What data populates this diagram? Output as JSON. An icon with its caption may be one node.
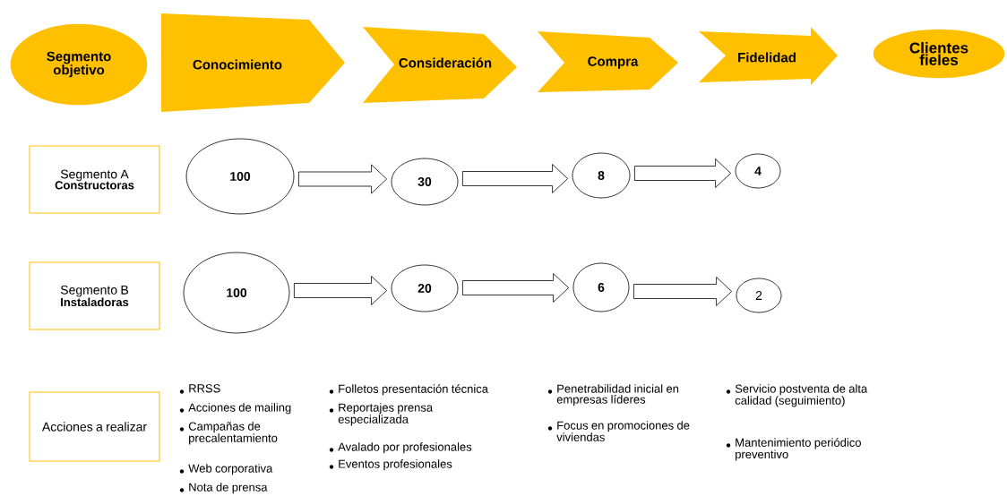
{
  "diagram": {
    "nodes": [
      {
        "text": [
          "Segmento objetivo"
        ]
      },
      {
        "text": [
          "Conocimiento"
        ]
      },
      {
        "text": [
          "Consideración"
        ]
      },
      {
        "text": [
          "Compra"
        ]
      },
      {
        "text": [
          "Fidelidad"
        ]
      },
      {
        "text": [
          "Clientes fieles"
        ]
      },
      {
        "text": [
          "Segmento A",
          "Constructoras"
        ]
      },
      {
        "text": [
          "100"
        ]
      },
      {
        "text": [
          "30"
        ]
      },
      {
        "text": [
          "8"
        ]
      },
      {
        "text": [
          "4"
        ]
      },
      {
        "text": [
          "Segmento B",
          "Instaladoras"
        ]
      },
      {
        "text": [
          "100"
        ]
      },
      {
        "text": [
          "20"
        ]
      },
      {
        "text": [
          "6"
        ]
      },
      {
        "text": [
          "2"
        ]
      },
      {
        "text": [
          "Acciones a realizar"
        ]
      }
    ],
    "edges": [
      {
        "from": 7,
        "to": 8,
        "arrow": "to"
      },
      {
        "from": 8,
        "to": 9,
        "arrow": "to"
      },
      {
        "from": 9,
        "to": 10,
        "arrow": "to"
      },
      {
        "from": 12,
        "to": 13,
        "arrow": "to"
      },
      {
        "from": 13,
        "to": 14,
        "arrow": "to"
      },
      {
        "from": 14,
        "to": 15,
        "arrow": "to"
      }
    ],
    "labels": [
      "RRSS",
      "Folletos presentación técnica",
      "Penetrabilidad inicial en empresas líderes",
      "Servicio postventa de alta calidad (seguimiento)",
      "Acciones de mailing",
      "Reportajes prensa especializada",
      "Focus en promociones de viviendas",
      "Campañas de precalentamiento",
      "Mantenimiento periódico preventivo",
      "Avalado por profesionales",
      "Eventos profesionales",
      "Web corporativa",
      "Nota de prensa"
    ]
  }
}
